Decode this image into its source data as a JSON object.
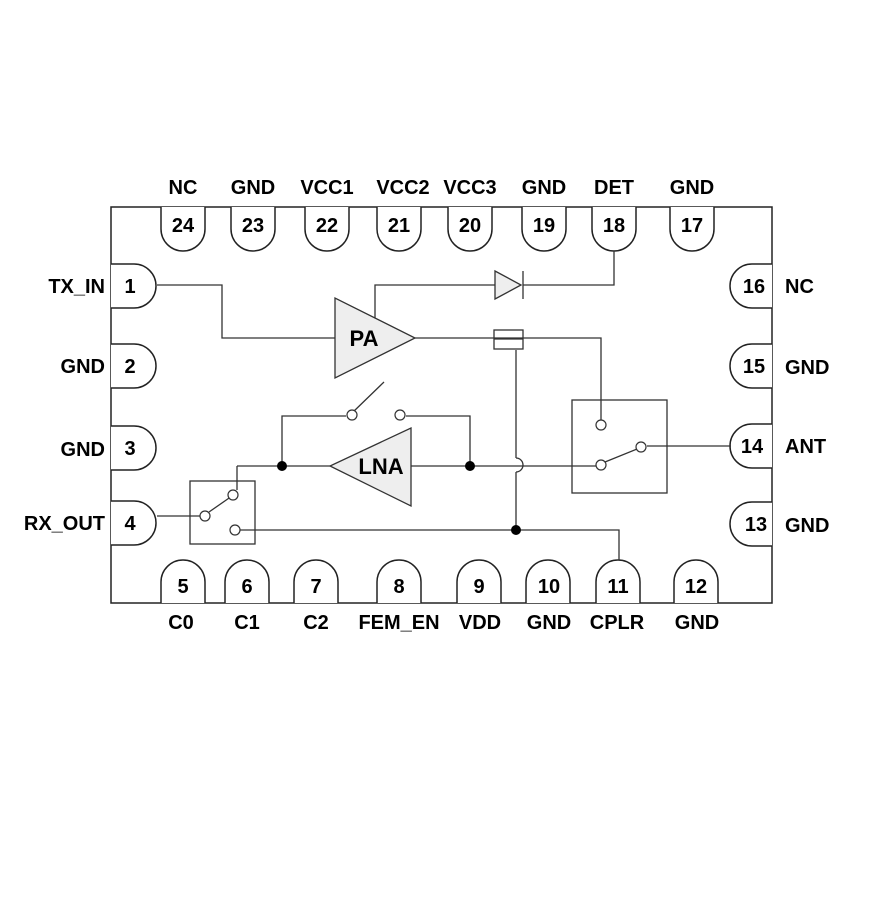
{
  "pins": {
    "p1": {
      "num": "1",
      "label": "TX_IN"
    },
    "p2": {
      "num": "2",
      "label": "GND"
    },
    "p3": {
      "num": "3",
      "label": "GND"
    },
    "p4": {
      "num": "4",
      "label": "RX_OUT"
    },
    "p5": {
      "num": "5",
      "label": "C0"
    },
    "p6": {
      "num": "6",
      "label": "C1"
    },
    "p7": {
      "num": "7",
      "label": "C2"
    },
    "p8": {
      "num": "8",
      "label": "FEM_EN"
    },
    "p9": {
      "num": "9",
      "label": "VDD"
    },
    "p10": {
      "num": "10",
      "label": "GND"
    },
    "p11": {
      "num": "11",
      "label": "CPLR"
    },
    "p12": {
      "num": "12",
      "label": "GND"
    },
    "p13": {
      "num": "13",
      "label": "GND"
    },
    "p14": {
      "num": "14",
      "label": "ANT"
    },
    "p15": {
      "num": "15",
      "label": "GND"
    },
    "p16": {
      "num": "16",
      "label": "NC"
    },
    "p17": {
      "num": "17",
      "label": "GND"
    },
    "p18": {
      "num": "18",
      "label": "DET"
    },
    "p19": {
      "num": "19",
      "label": "GND"
    },
    "p20": {
      "num": "20",
      "label": "VCC3"
    },
    "p21": {
      "num": "21",
      "label": "VCC2"
    },
    "p22": {
      "num": "22",
      "label": "VCC1"
    },
    "p23": {
      "num": "23",
      "label": "GND"
    },
    "p24": {
      "num": "24",
      "label": "NC"
    }
  },
  "blocks": {
    "pa": "PA",
    "lna": "LNA"
  }
}
